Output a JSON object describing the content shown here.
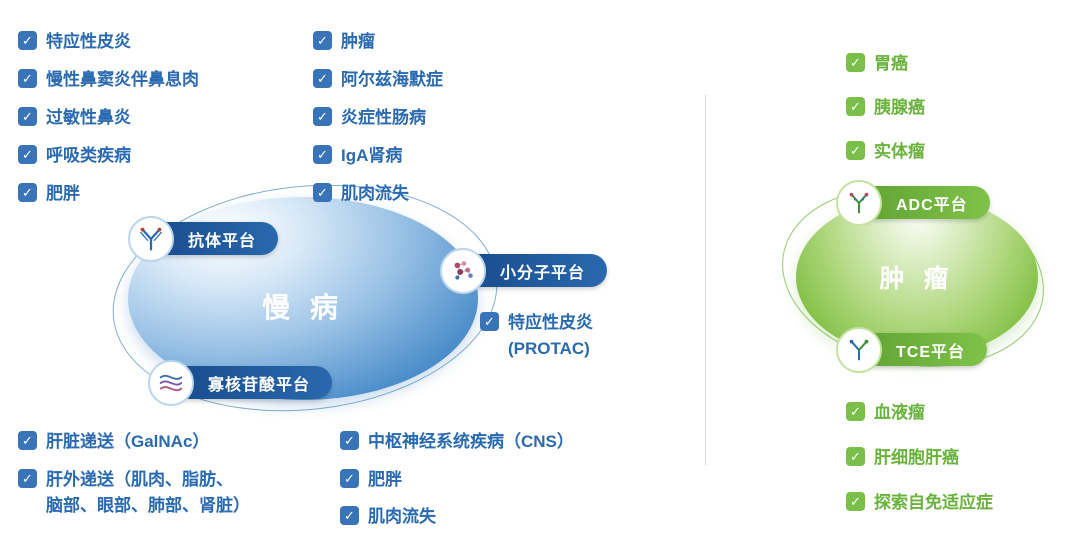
{
  "icons": {
    "check": "✓"
  },
  "chronic": {
    "title": "慢 病",
    "col1": [
      "特应性皮炎",
      "慢性鼻窦炎伴鼻息肉",
      "过敏性鼻炎",
      "呼吸类疾病",
      "肥胖"
    ],
    "col2": [
      "肿瘤",
      "阿尔兹海默症",
      "炎症性肠病",
      "IgA肾病",
      "肌肉流失"
    ],
    "platform_antibody": "抗体平台",
    "platform_small_molecule": "小分子平台",
    "platform_oligo": "寡核苷酸平台",
    "small_molecule_indication": "特应性皮炎\n(PROTAC)",
    "bottom_col1": [
      "肝脏递送（GalNAc）",
      "肝外递送（肌肉、脂肪、\n脑部、眼部、肺部、肾脏）"
    ],
    "bottom_col2": [
      "中枢神经系统疾病（CNS）",
      "肥胖",
      "肌肉流失"
    ]
  },
  "oncology": {
    "title": "肿 瘤",
    "top": [
      "胃癌",
      "胰腺癌",
      "实体瘤"
    ],
    "platform_adc": "ADC平台",
    "platform_tce": "TCE平台",
    "bottom": [
      "血液瘤",
      "肝细胞肝癌",
      "探索自免适应症"
    ]
  },
  "colors": {
    "blue_text": "#2a6ab0",
    "blue_check": "#3a74b8",
    "green_text": "#69b33c",
    "green_check": "#7abf49",
    "pill_blue_start": "#174a8c",
    "pill_blue_end": "#2a68ad",
    "pill_green_start": "#5fa030",
    "pill_green_end": "#7fc24a"
  }
}
